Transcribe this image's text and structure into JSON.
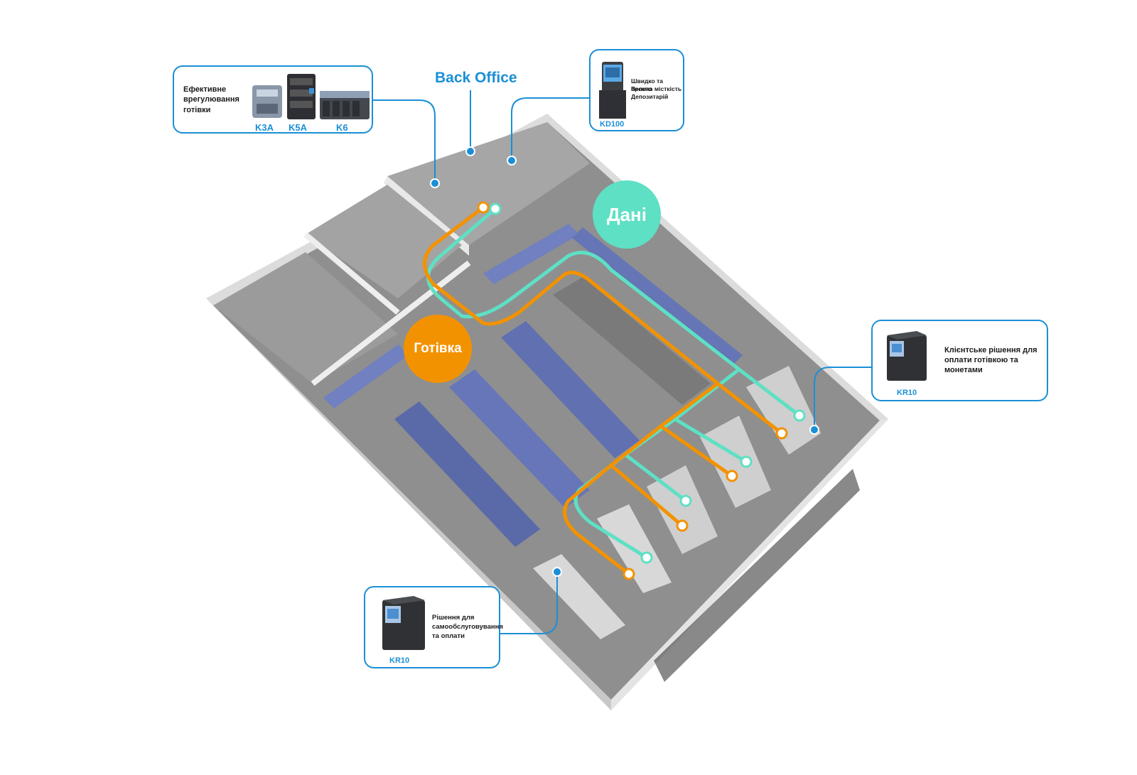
{
  "back_office": {
    "title": "Back Office"
  },
  "flows": {
    "cash_label": "Готівка",
    "data_label": "Дані",
    "cash_color": "#f39200",
    "data_color": "#5ee0c4",
    "accent": "#1b8fd6"
  },
  "callouts": {
    "cash_mgmt": {
      "text": "Ефективне\nврегулювання\nготівки",
      "models": [
        "K3A",
        "K5A",
        "K6"
      ]
    },
    "kd100": {
      "lines": [
        "Швидко та просто",
        "Велика місткість",
        "Депозитарій"
      ],
      "model": "KD100"
    },
    "kr10_client": {
      "lines": [
        "Клієнтське рішення для",
        "оплати готівкою та",
        "монетами"
      ],
      "model": "KR10"
    },
    "kr10_self": {
      "lines": [
        "Рішення для",
        "самообслуговування",
        "та оплати"
      ],
      "model": "KR10"
    }
  }
}
